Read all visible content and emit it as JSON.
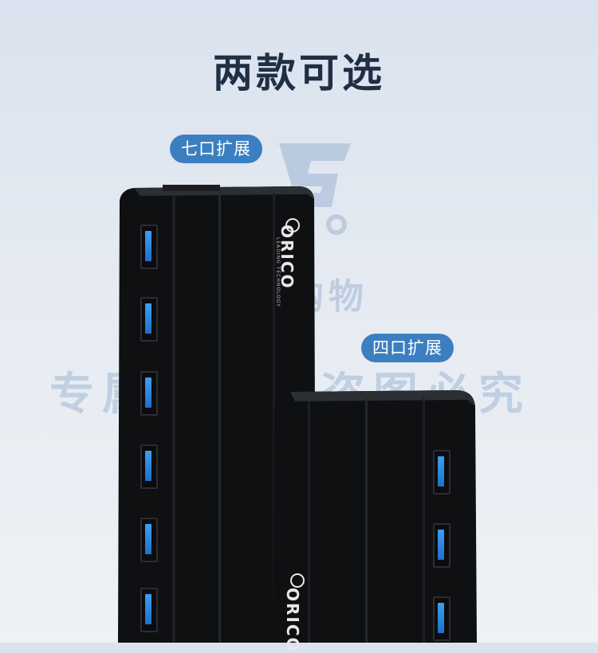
{
  "title": "两款可选",
  "variants": [
    {
      "label": "七口扩展",
      "ports": 7
    },
    {
      "label": "四口扩展",
      "ports": 4
    }
  ],
  "brand": {
    "name": "ORICO",
    "tagline": "LEADING TECHNOLOGY"
  },
  "watermark": {
    "store": "三尚购物",
    "left": "专属主图",
    "right": "盗图必究"
  },
  "colors": {
    "pill": "#3b7fc1",
    "title": "#1f2f44",
    "port_blue": "#2f8de4",
    "hub": "#0f1012"
  }
}
